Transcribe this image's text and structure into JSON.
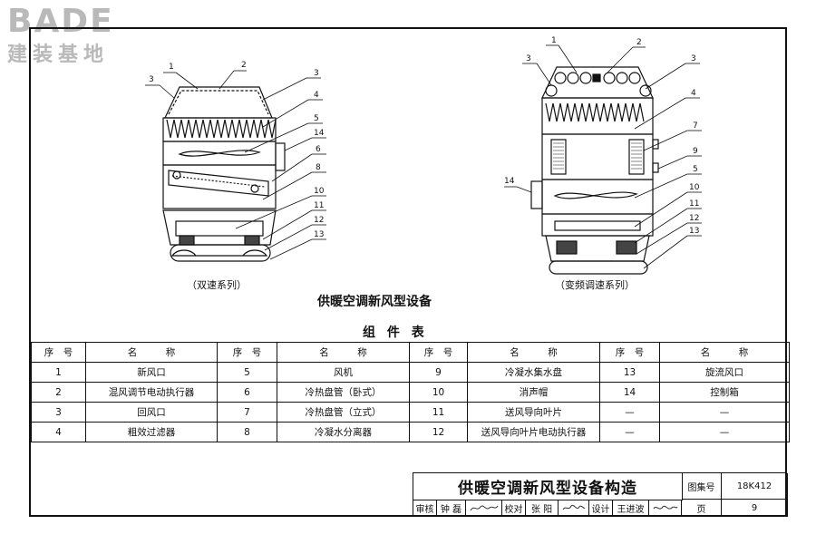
{
  "logo": {
    "brand": "BADE",
    "subtitle": "建装基地"
  },
  "figure_left": {
    "caption": "（双速系列）",
    "callouts_left": [
      "1",
      "3"
    ],
    "callouts_top": [
      "2"
    ],
    "callouts_right": [
      "3",
      "4",
      "5",
      "14",
      "6",
      "8",
      "10",
      "11",
      "12",
      "13"
    ]
  },
  "figure_right": {
    "caption": "（变频调速系列）",
    "callouts_top": [
      "1",
      "2"
    ],
    "callouts_left": [
      "3",
      "14"
    ],
    "callouts_right": [
      "3",
      "4",
      "7",
      "9",
      "5",
      "10",
      "11",
      "12",
      "13"
    ]
  },
  "main_title": "供暖空调新风型设备",
  "table_title": "组 件 表",
  "table": {
    "headers": [
      "序　号",
      "名　　　称",
      "序　号",
      "名　　　称",
      "序　号",
      "名　　　称",
      "序　号",
      "名　　　称"
    ],
    "rows": [
      [
        "1",
        "新风口",
        "5",
        "风机",
        "9",
        "冷凝水集水盘",
        "13",
        "旋流风口"
      ],
      [
        "2",
        "混风调节电动执行器",
        "6",
        "冷热盘管（卧式）",
        "10",
        "消声帽",
        "14",
        "控制箱"
      ],
      [
        "3",
        "回风口",
        "7",
        "冷热盘管（立式）",
        "11",
        "送风导向叶片",
        "—",
        "—"
      ],
      [
        "4",
        "粗效过滤器",
        "8",
        "冷凝水分离器",
        "12",
        "送风导向叶片电动执行器",
        "—",
        "—"
      ]
    ]
  },
  "title_block": {
    "title": "供暖空调新风型设备构造",
    "atlas_label": "图集号",
    "atlas_no": "18K412",
    "review_label": "审核",
    "reviewer": "钟 磊",
    "check_label": "校对",
    "checker": "张 阳",
    "design_label": "设计",
    "designer": "王进波",
    "page_label": "页",
    "page_no": "9"
  }
}
